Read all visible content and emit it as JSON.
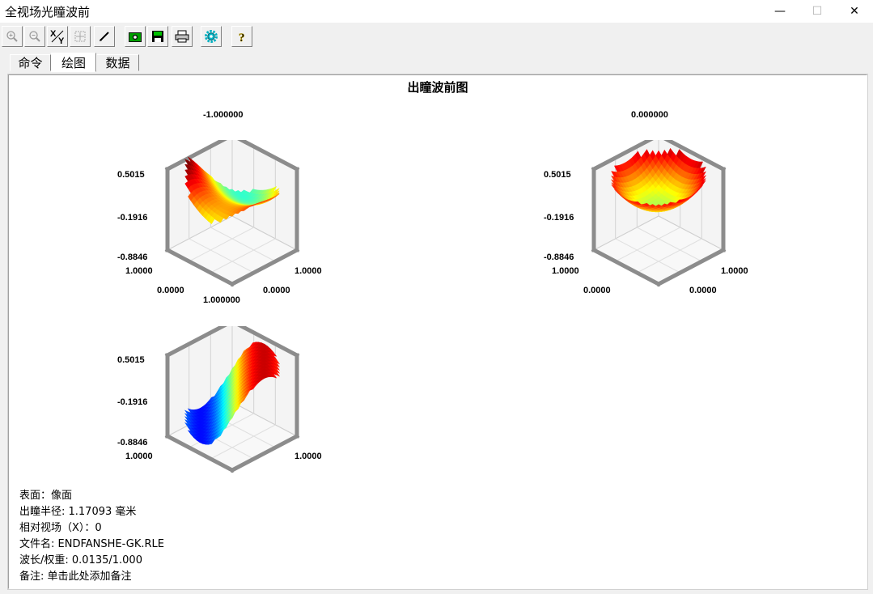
{
  "window": {
    "title": "全视场光瞳波前",
    "min_glyph": "—",
    "max_glyph": "☐",
    "close_glyph": "✕"
  },
  "toolbar": {
    "xy_label_x": "X",
    "xy_label_y": "Y",
    "help_label": "?"
  },
  "tabs": [
    {
      "label": "命令",
      "active": false
    },
    {
      "label": "绘图",
      "active": true
    },
    {
      "label": "数据",
      "active": false
    }
  ],
  "chart_data": [
    {
      "type": "surface",
      "title": "-1.000000",
      "z_ticks": [
        "0.5015",
        "-0.1916",
        "-0.8846"
      ],
      "x_ticks": [
        "1.0000",
        "0.0000",
        "1.000000"
      ],
      "y_ticks": [
        "1.0000",
        "0.0000"
      ],
      "colormap": "jet"
    },
    {
      "type": "surface",
      "title": "0.000000",
      "z_ticks": [
        "0.5015",
        "-0.1916",
        "-0.8846"
      ],
      "x_ticks": [
        "1.0000",
        "0.0000"
      ],
      "y_ticks": [
        "1.0000",
        "0.0000"
      ],
      "colormap": "jet"
    },
    {
      "type": "surface",
      "title": "",
      "z_ticks": [
        "0.5015",
        "-0.1916",
        "-0.8846"
      ],
      "x_ticks": [
        "1.0000"
      ],
      "y_ticks": [
        "1.0000"
      ],
      "colormap": "jet"
    }
  ],
  "plot": {
    "main_title": "出瞳波前图"
  },
  "info": {
    "surface": "表面：像面",
    "pupil_radius": "出瞳半径:  1.17093  毫米",
    "field": "相对视场（X）：0",
    "file": "文件名:  ENDFANSHE-GK.RLE",
    "wavelength": "波长/权重:  0.0135/1.000",
    "note": "备注:  单击此处添加备注"
  },
  "colors": {
    "jet_low": "#00008f",
    "jet_mid": "#7fff7f",
    "jet_high": "#ff0000",
    "box_wall": "#8c8c8c"
  }
}
